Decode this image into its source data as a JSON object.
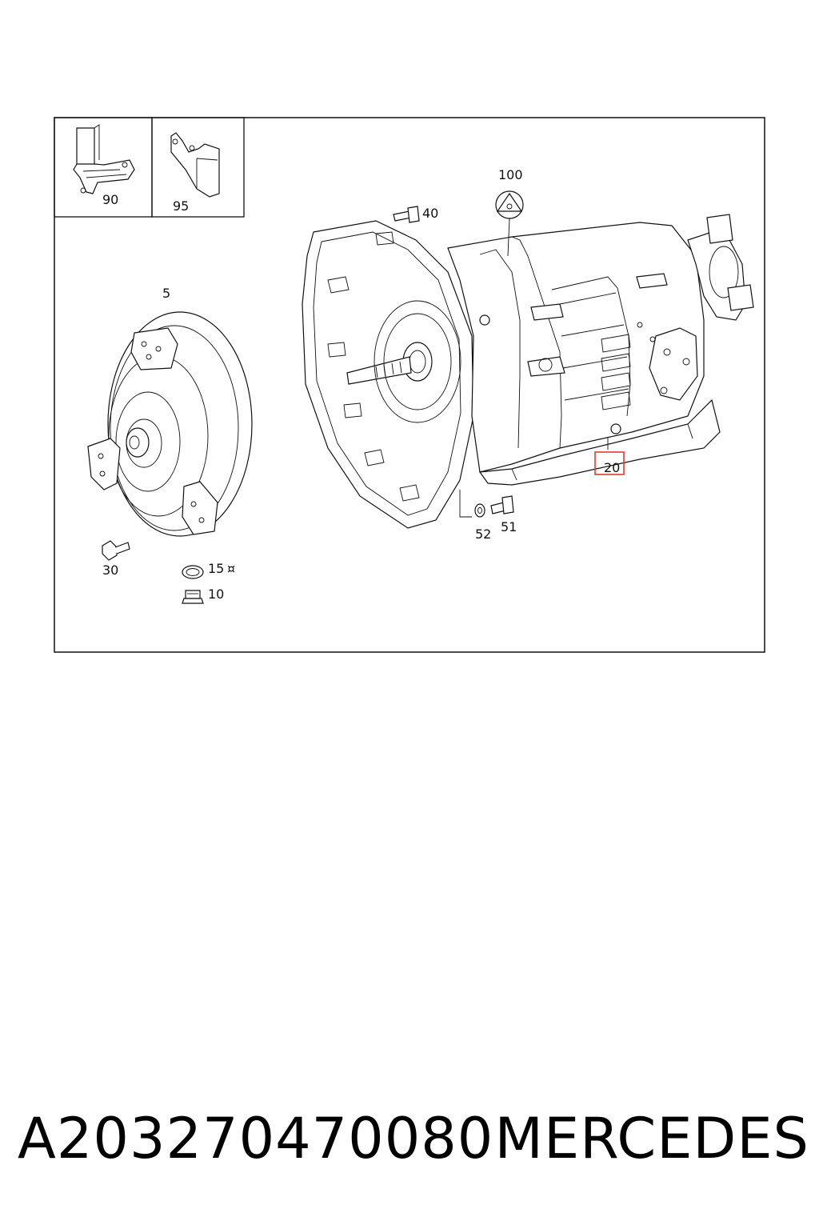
{
  "diagram": {
    "callouts": {
      "c5": "5",
      "c10": "10",
      "c15": "15",
      "c15_mark": "¤",
      "c20": "20",
      "c30": "30",
      "c40": "40",
      "c51": "51",
      "c52": "52",
      "c90": "90",
      "c95": "95",
      "c100": "100"
    },
    "highlight": {
      "target": "20",
      "color": "#e53935"
    }
  },
  "caption": {
    "part_number": "A203270470080",
    "brand": "MERCEDES"
  }
}
